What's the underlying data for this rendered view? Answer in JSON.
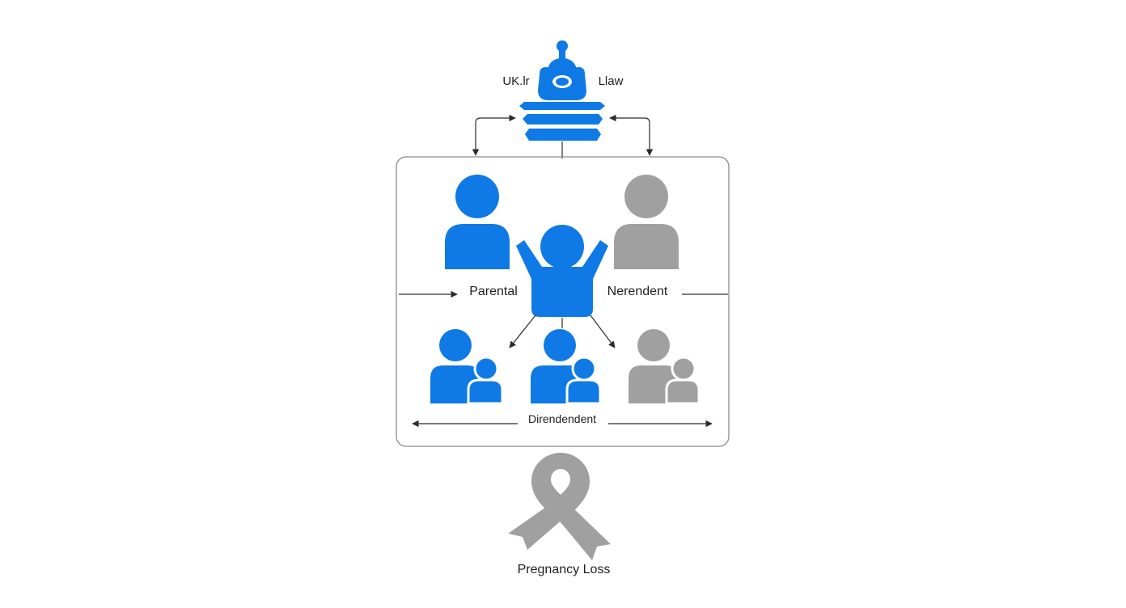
{
  "labels": {
    "top_left": "UK.lr",
    "top_right": "Llaw",
    "parental": "Parental",
    "nerendent": "Nerendent",
    "direndendent": "Direndendent",
    "pregnancy_loss": "Pregnancy Loss"
  },
  "colors": {
    "blue": "#0f7ae5",
    "gray": "#a0a0a0",
    "line": "#2b2b2b",
    "box_border": "#8c8c8c"
  },
  "icons": {
    "top": "crown-tiered-icon",
    "parent_left": "person-icon",
    "parent_right": "person-icon",
    "child_center": "child-arms-raised-icon",
    "family_left": "parent-child-icon",
    "family_center": "parent-child-icon",
    "family_right": "parent-child-icon",
    "bottom": "awareness-ribbon-icon"
  }
}
